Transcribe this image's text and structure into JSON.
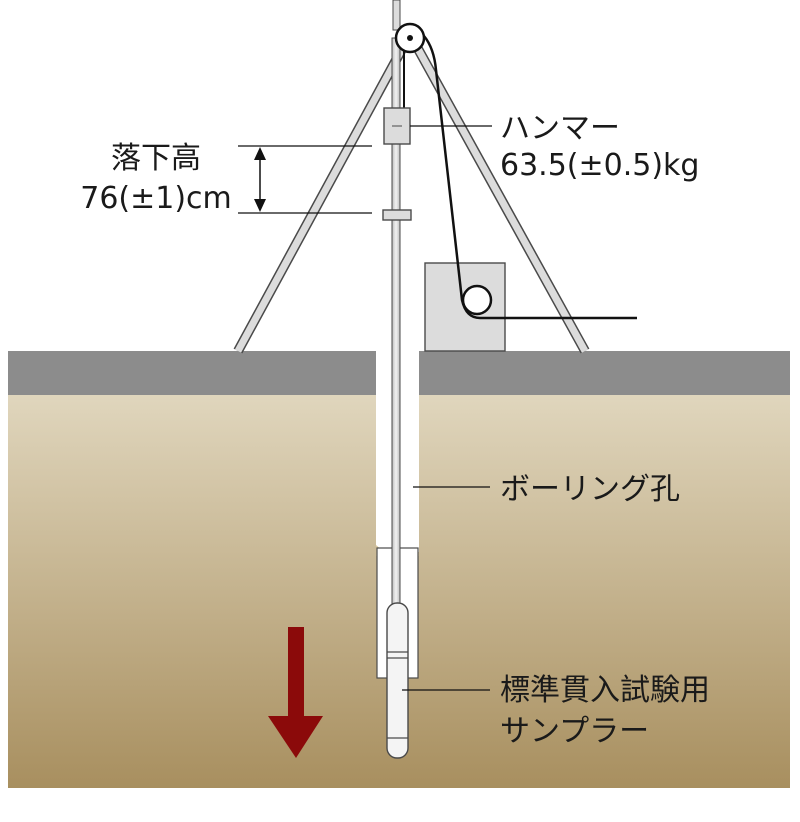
{
  "labels": {
    "drop_height_title": "落下高",
    "drop_height_value": "76(±1)cm",
    "hammer_title": "ハンマー",
    "hammer_weight": "63.5(±0.5)kg",
    "boring_hole": "ボーリング孔",
    "sampler_line1": "標準貫入試験用",
    "sampler_line2": "サンプラー"
  },
  "colors": {
    "ground_top": "#e0d6bd",
    "ground_bottom": "#a88f5f",
    "surface": "#8c8c8c",
    "equipment_fill": "#dcdcdc",
    "equipment_stroke": "#4a4a4a",
    "rope": "#111111",
    "arrow": "#8b0a0a"
  },
  "icons": {
    "direction": "down-arrow-icon"
  }
}
